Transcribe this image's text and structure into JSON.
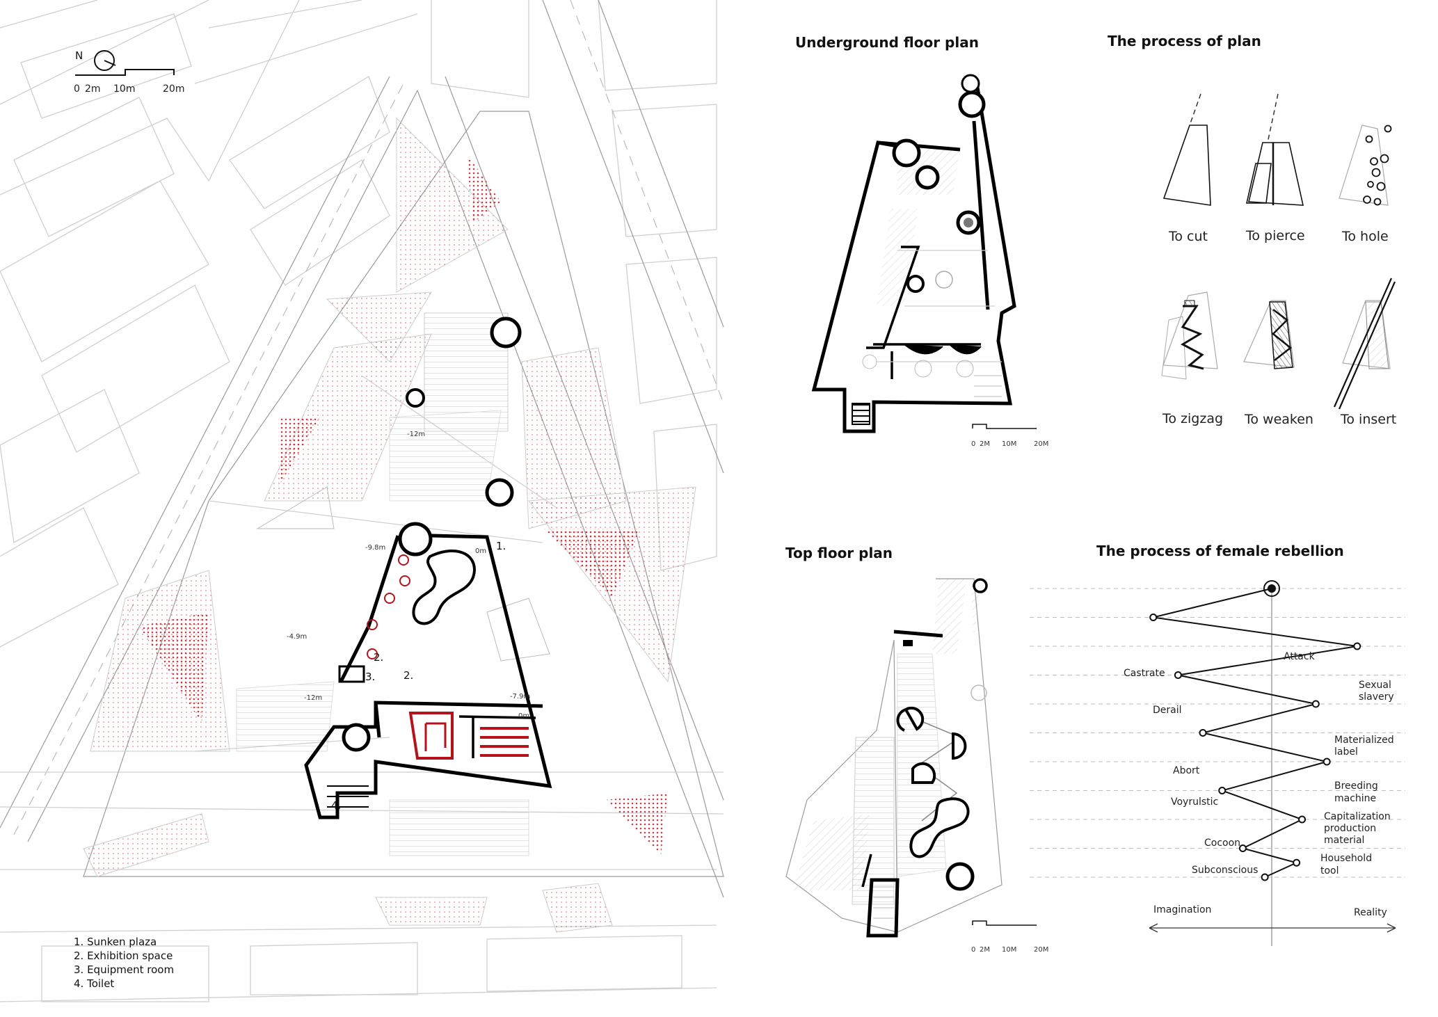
{
  "site_plan": {
    "north_label": "N",
    "scale_labels": [
      "0",
      "2m",
      "10m",
      "20m"
    ],
    "numbers": [
      "1.",
      "2.",
      "3.",
      "2.",
      "4."
    ],
    "elevations": [
      "-12m",
      "0m",
      "-9.8m",
      "-4.9m",
      "-12m",
      "-7.9m",
      "0m"
    ],
    "legend": [
      "1. Sunken plaza",
      "2. Exhibition space",
      "3. Equipment room",
      "4. Toilet"
    ]
  },
  "underground": {
    "title": "Underground floor plan",
    "scale_labels": [
      "0",
      "2M",
      "10M",
      "20M"
    ]
  },
  "process_plan": {
    "title": "The process of plan",
    "steps": [
      "To cut",
      "To  pierce",
      "To hole",
      "To zigzag",
      "To weaken",
      "To insert"
    ]
  },
  "top_floor": {
    "title": "Top floor plan",
    "scale_labels": [
      "0",
      "2M",
      "10M",
      "20M"
    ]
  },
  "rebellion": {
    "title": "The process of female rebellion",
    "attack_label": "Attack",
    "axis_left": "Imagination",
    "axis_right": "Reality",
    "labels": [
      "Castrate",
      "Sexual slavery",
      "Derail",
      "Materialized label",
      "Abort",
      "Breeding machine",
      "Voyrulstic",
      "Capitalization production material",
      "Cocoon",
      "Household tool",
      "Subconscious"
    ],
    "chart_data": {
      "type": "line",
      "x_axis": {
        "left": "Imagination",
        "right": "Reality",
        "range": [
          -1,
          1
        ]
      },
      "y_axis_label": "Attack",
      "points": [
        {
          "label": "",
          "x": 0.0,
          "y": 10
        },
        {
          "label": "Castrate",
          "x": -0.86,
          "y": 9
        },
        {
          "label": "Sexual slavery",
          "x": 0.62,
          "y": 8
        },
        {
          "label": "Derail",
          "x": -0.68,
          "y": 7
        },
        {
          "label": "Materialized label",
          "x": 0.32,
          "y": 6
        },
        {
          "label": "Abort",
          "x": -0.5,
          "y": 5
        },
        {
          "label": "Breeding machine",
          "x": 0.4,
          "y": 4
        },
        {
          "label": "Voyrulstic",
          "x": -0.36,
          "y": 3
        },
        {
          "label": "Capitalization production material",
          "x": 0.22,
          "y": 2
        },
        {
          "label": "Cocoon",
          "x": -0.21,
          "y": 1
        },
        {
          "label": "Household tool",
          "x": 0.18,
          "y": 0.5
        },
        {
          "label": "Subconscious",
          "x": -0.05,
          "y": 0
        }
      ]
    }
  },
  "colors": {
    "accent": "#b5121b",
    "ink": "#111111",
    "hatch": "#d9d9d9"
  }
}
